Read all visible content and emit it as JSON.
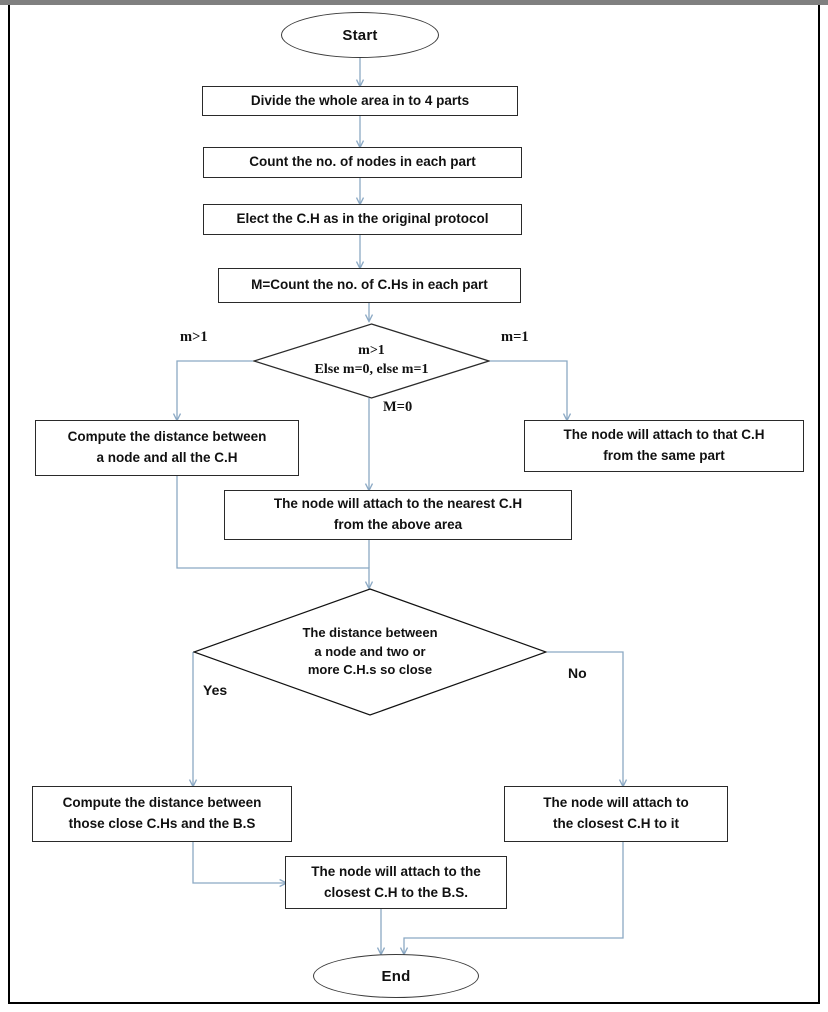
{
  "diagram": {
    "title": "Clustering protocol flowchart",
    "colors": {
      "edge": "#8ba9c4",
      "shape_border": "#2a2a2a",
      "terminator_border": "#3a3a3a",
      "frame_top": "#808080",
      "frame": "#000000",
      "text": "#111111",
      "background": "#ffffff"
    },
    "nodes": {
      "start": {
        "label": "Start",
        "type": "terminator"
      },
      "divide_area": {
        "label": "Divide the whole area in to 4 parts",
        "type": "process"
      },
      "count_nodes": {
        "label": "Count the no. of nodes in each part",
        "type": "process"
      },
      "elect_ch": {
        "label": "Elect the C.H as in the original protocol",
        "type": "process"
      },
      "count_chs": {
        "label": "M=Count the no. of C.Hs in each part",
        "type": "process"
      },
      "decision_m": {
        "type": "decision",
        "line1": "m>1",
        "line2": "Else m=0, else m=1"
      },
      "compute_all_ch": {
        "type": "process",
        "line1": "Compute the distance between",
        "line2": "a node and all the C.H"
      },
      "attach_same_part": {
        "type": "process",
        "line1": "The node will attach to that C.H",
        "line2": "from the same part"
      },
      "attach_nearest_above": {
        "type": "process",
        "line1": "The node will attach to the nearest C.H",
        "line2": "from the above area"
      },
      "decision_close": {
        "type": "decision",
        "line1": "The distance between",
        "line2": "a node and two or",
        "line3": "more C.H.s so close"
      },
      "compute_close_bs": {
        "type": "process",
        "line1": "Compute the distance between",
        "line2": "those close C.Hs and the B.S"
      },
      "attach_closest_ch": {
        "type": "process",
        "line1": "The node will attach to",
        "line2": "the closest  C.H to it"
      },
      "attach_closest_bs": {
        "type": "process",
        "line1": "The node will attach to the",
        "line2": "closest C.H to the B.S."
      },
      "end": {
        "label": "End",
        "type": "terminator"
      }
    },
    "edge_labels": {
      "m_gt_1_left": "m>1",
      "m_eq_1_right": "m=1",
      "m_eq_0_center": "M=0",
      "yes": "Yes",
      "no": "No"
    }
  }
}
